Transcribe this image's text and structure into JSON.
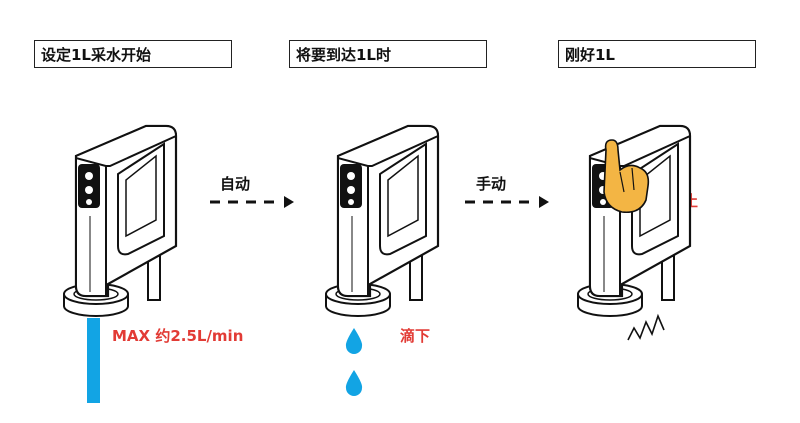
{
  "steps": [
    {
      "title": "设定1L采水开始"
    },
    {
      "title": "将要到达1L时"
    },
    {
      "title": "刚好1L"
    }
  ],
  "transitions": [
    {
      "label": "自动"
    },
    {
      "label": "手动"
    }
  ],
  "annotations": {
    "flow_rate": "MAX 约2.5L/min",
    "drip": "滴下",
    "stop": "停止"
  },
  "colors": {
    "water": "#12a4e4",
    "highlight": "#e23b35",
    "finger": "#f3b544"
  }
}
